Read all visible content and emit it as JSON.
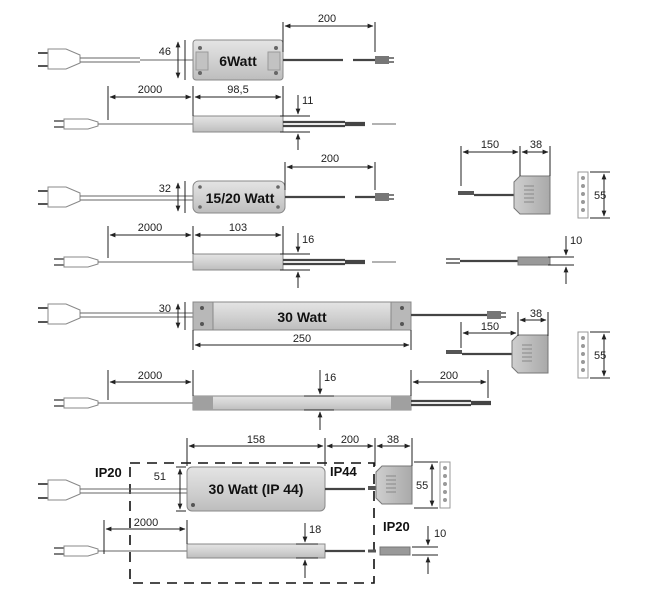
{
  "units": {
    "u1": {
      "label": "6Watt",
      "dims": {
        "height": "46",
        "cable": "200"
      }
    },
    "u1s": {
      "dims": {
        "lead": "2000",
        "length": "98,5",
        "thickness": "11"
      }
    },
    "u2": {
      "label": "15/20 Watt",
      "dims": {
        "height": "32",
        "cable": "200"
      }
    },
    "u2s": {
      "dims": {
        "lead": "2000",
        "length": "103",
        "thickness": "16"
      }
    },
    "u3": {
      "label": "30 Watt",
      "dims": {
        "height": "30",
        "length": "250"
      }
    },
    "u3s": {
      "dims": {
        "lead": "2000",
        "thickness": "16",
        "cable": "200"
      }
    },
    "u4": {
      "label": "30 Watt (IP 44)",
      "ip20_left": "IP20",
      "ip44": "IP44",
      "ip20_bottom": "IP20",
      "dims": {
        "length": "158",
        "cable": "200",
        "box": "38",
        "height": "51",
        "box_h": "55"
      }
    },
    "u4s": {
      "dims": {
        "lead": "2000",
        "thickness": "18",
        "box_t": "10"
      }
    }
  },
  "distributors": {
    "d1": {
      "dims": {
        "cable": "150",
        "box": "38",
        "height": "55"
      }
    },
    "d1s": {
      "dims": {
        "thickness": "10"
      }
    },
    "d2": {
      "dims": {
        "cable": "150",
        "box": "38",
        "height": "55"
      }
    }
  },
  "colors": {
    "housing": "#d6d6d6",
    "housing_dark": "#9a9a9a",
    "cable": "#444444",
    "line": "#222222"
  }
}
